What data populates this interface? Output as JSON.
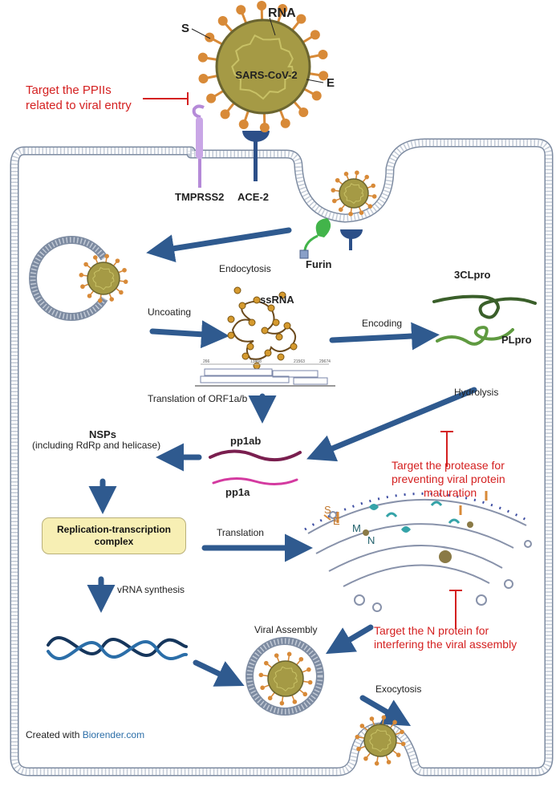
{
  "virus_labels": {
    "name": "SARS-CoV-2",
    "rna": "RNA",
    "s": "S",
    "e": "E"
  },
  "receptors": {
    "tmprss2": "TMPRSS2",
    "ace2": "ACE-2",
    "furin": "Furin"
  },
  "targets": {
    "entry_line1": "Target the PPIIs",
    "entry_line2": "related to viral entry",
    "protease_line1": "Target the protease for",
    "protease_line2": "preventing viral protein",
    "protease_line3": "maturation",
    "nprotein_line1": "Target the N protein for",
    "nprotein_line2": "interfering the viral assembly"
  },
  "steps": {
    "endocytosis": "Endocytosis",
    "uncoating": "Uncoating",
    "ssrna": "ssRNA",
    "encoding": "Encoding",
    "cl3pro": "3CLpro",
    "plpro": "PLpro",
    "hydrolysis": "Hydrolysis",
    "translation_orf": "Translation of ORF1a/b",
    "nsps_line1": "NSPs",
    "nsps_line2": "(including RdRp and helicase)",
    "pp1ab": "pp1ab",
    "pp1a": "pp1a",
    "rtc_line1": "Replication-transcription",
    "rtc_line2": "complex",
    "translation": "Translation",
    "er_s": "S",
    "er_e": "E",
    "er_m": "M",
    "er_n": "N",
    "vrna_synthesis": "vRNA synthesis",
    "viral_assembly": "Viral Assembly",
    "exocytosis": "Exocytosis"
  },
  "genome_ticks": [
    "266",
    "13468",
    "21563",
    "29674"
  ],
  "credit": {
    "prefix": "Created with ",
    "brand": "Biorender.com"
  },
  "colors": {
    "virus_body": "#a59a45",
    "virus_rim": "#6b6530",
    "virus_spike": "#d88a38",
    "virus_inner": "#c8c166",
    "membrane": "#7d8ba1",
    "arrow": "#2f5a8f",
    "target_red": "#d42020",
    "pp1ab": "#7a1f4f",
    "pp1a": "#d43aa0",
    "protease_dark": "#3a5f2a",
    "protease_light": "#5f9a40",
    "ssrna_bead": "#d59a2f",
    "tmprss2": "#b58ad8",
    "ace2": "#2c4f88",
    "furin": "#42b44a"
  }
}
